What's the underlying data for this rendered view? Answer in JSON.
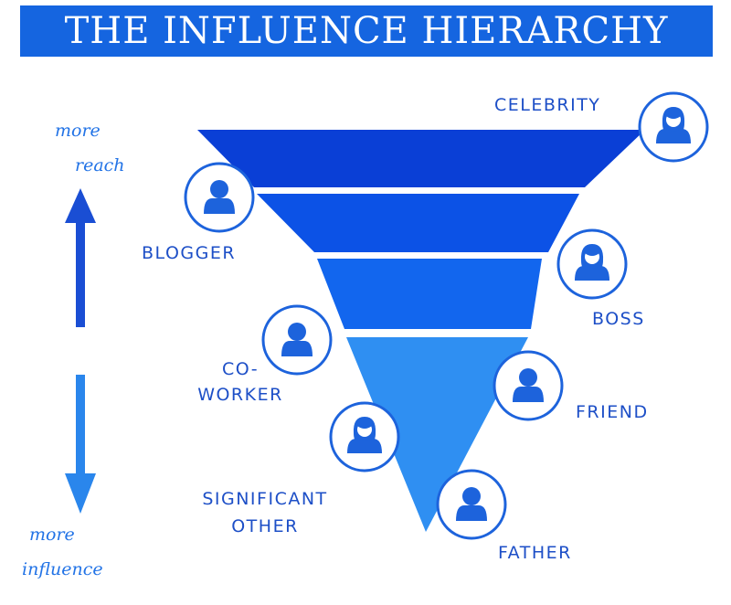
{
  "title": "THE INFLUENCE HIERARCHY",
  "axis": {
    "top_line1": "more",
    "top_line2": "reach",
    "bottom_line1": "more",
    "bottom_line2": "influence"
  },
  "levels": [
    {
      "label": "CELEBRITY",
      "icon": "female-person-icon"
    },
    {
      "label": "BLOGGER",
      "icon": "male-person-icon"
    },
    {
      "label": "BOSS",
      "icon": "female-person-icon"
    },
    {
      "label_line1": "CO-",
      "label_line2": "WORKER",
      "icon": "male-person-icon"
    },
    {
      "label": "FRIEND",
      "icon": "male-person-icon"
    },
    {
      "label_line1": "SIGNIFICANT",
      "label_line2": "OTHER",
      "icon": "female-person-icon"
    },
    {
      "label": "FATHER",
      "icon": "male-person-icon"
    }
  ],
  "colors": {
    "title_bg": "#1565e0",
    "band_1": "#0a3fd6",
    "band_2": "#0c52e6",
    "band_3": "#1266ee",
    "band_4": "#2f8ff2",
    "label_text": "#1d4fc7",
    "up_arrow": "#1a4ed4",
    "down_arrow": "#2a86ec"
  }
}
